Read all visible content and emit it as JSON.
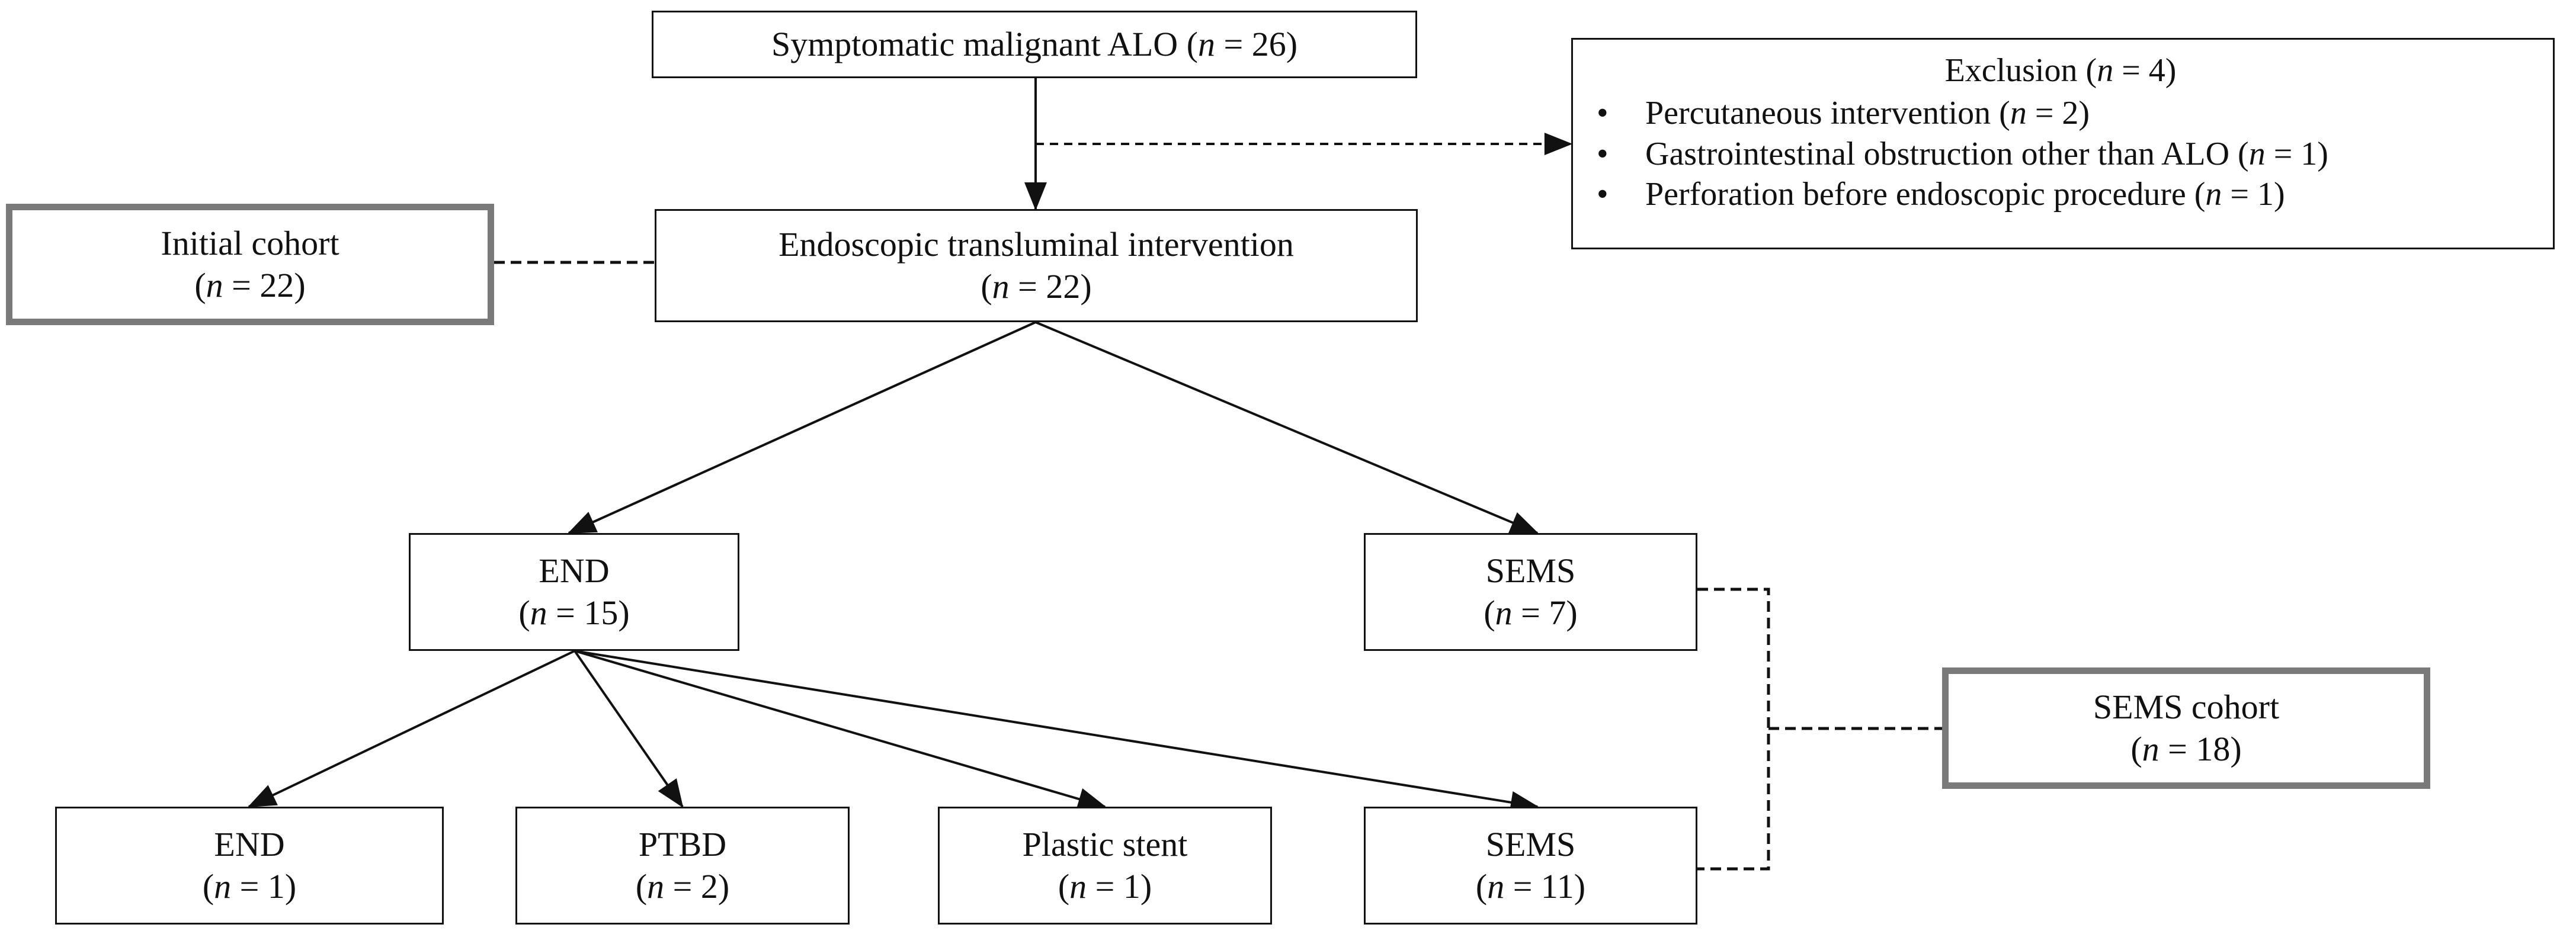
{
  "nodes": {
    "top": {
      "label": "Symptomatic malignant ALO (",
      "n": "26"
    },
    "initial": {
      "label": "Initial cohort",
      "n": "22"
    },
    "eti": {
      "label": "Endoscopic transluminal intervention",
      "n": "22"
    },
    "end1": {
      "label": "END",
      "n": "15"
    },
    "sems1": {
      "label": "SEMS",
      "n": "7"
    },
    "sems_cohort": {
      "label": "SEMS cohort",
      "n": "18"
    },
    "end2": {
      "label": "END",
      "n": "1"
    },
    "ptbd": {
      "label": "PTBD",
      "n": "2"
    },
    "plastic": {
      "label": "Plastic stent",
      "n": "1"
    },
    "sems2": {
      "label": "SEMS",
      "n": "11"
    }
  },
  "exclusion": {
    "title": "Exclusion (",
    "n": " 4",
    "items": [
      {
        "text": "Percutaneous intervention (",
        "n": "2"
      },
      {
        "text": "Gastrointestinal obstruction other than ALO (",
        "n": "1"
      },
      {
        "text": "Perforation before endoscopic procedure (",
        "n": "1"
      }
    ]
  },
  "n_symbol": "n",
  "eq": " = ",
  "close": ")"
}
